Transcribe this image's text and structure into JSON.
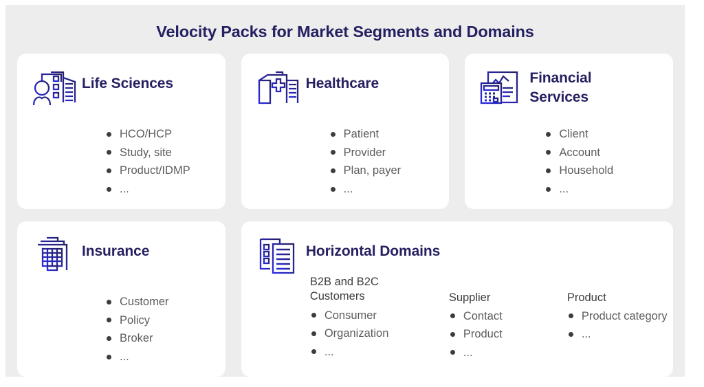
{
  "slide": {
    "title": "Velocity Packs for Market Segments and Domains",
    "background_color": "#ededed",
    "card_color": "#ffffff",
    "heading_color": "#252061",
    "icon_color_start": "#2b2be0",
    "icon_color_end": "#262169",
    "bullet_text_color": "#5c5c5c",
    "bullet_dot_color": "#3d3d3d"
  },
  "cards": [
    {
      "id": "life-sciences",
      "title": "Life Sciences",
      "icon": "person-building-icon",
      "bullets": [
        "HCO/HCP",
        "Study, site",
        "Product/IDMP",
        "..."
      ]
    },
    {
      "id": "healthcare",
      "title": "Healthcare",
      "icon": "hospital-building-icon",
      "bullets": [
        "Patient",
        "Provider",
        "Plan, payer",
        "..."
      ]
    },
    {
      "id": "financial-services",
      "title": "Financial\nServices",
      "title_line1": "Financial",
      "title_line2": "Services",
      "icon": "chart-document-calculator-icon",
      "bullets": [
        "Client",
        "Account",
        "Household",
        "..."
      ]
    },
    {
      "id": "insurance",
      "title": "Insurance",
      "icon": "office-building-icon",
      "bullets": [
        "Customer",
        "Policy",
        "Broker",
        "..."
      ]
    },
    {
      "id": "horizontal-domains",
      "title": "Horizontal Domains",
      "icon": "documents-checklist-icon",
      "columns": [
        {
          "head_line1": "B2B and B2C",
          "head_line2": "Customers",
          "bullets": [
            "Consumer",
            "Organization",
            "..."
          ]
        },
        {
          "head_line1": "",
          "head_line2": "Supplier",
          "bullets": [
            "Contact",
            "Product",
            "..."
          ]
        },
        {
          "head_line1": "",
          "head_line2": "Product",
          "bullets": [
            "Product category",
            "..."
          ]
        }
      ]
    }
  ]
}
